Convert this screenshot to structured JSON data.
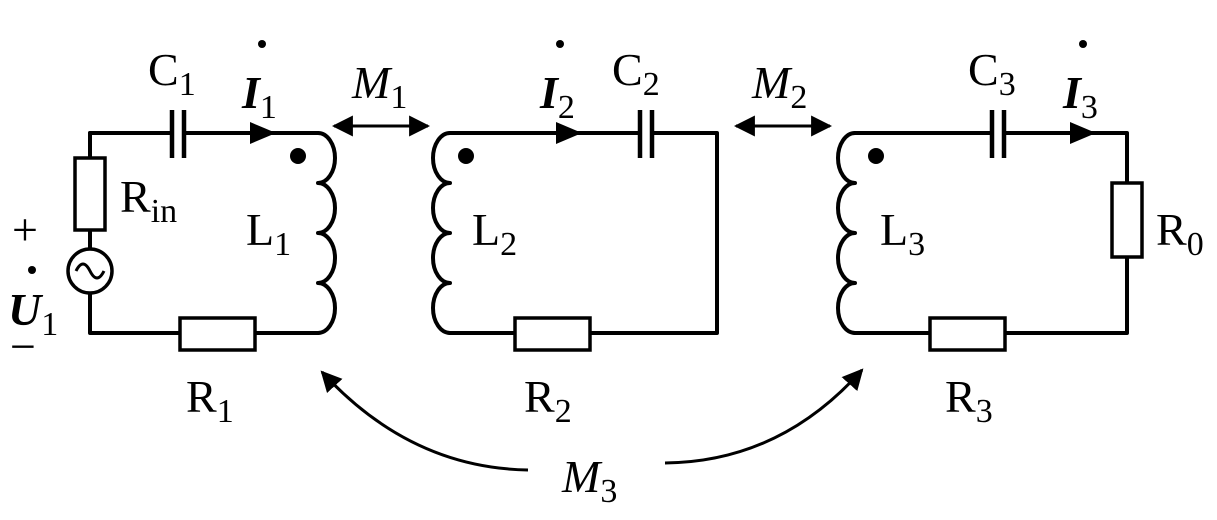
{
  "components": {
    "source": {
      "voltage": "U",
      "voltage_sub": "1",
      "plus": "+",
      "minus": "−",
      "symbol": "ac-source"
    },
    "rin": {
      "name": "R",
      "sub": "in"
    },
    "c1": {
      "name": "C",
      "sub": "1"
    },
    "c2": {
      "name": "C",
      "sub": "2"
    },
    "c3": {
      "name": "C",
      "sub": "3"
    },
    "i1": {
      "name": "I",
      "sub": "1"
    },
    "i2": {
      "name": "I",
      "sub": "2"
    },
    "i3": {
      "name": "I",
      "sub": "3"
    },
    "l1": {
      "name": "L",
      "sub": "1"
    },
    "l2": {
      "name": "L",
      "sub": "2"
    },
    "l3": {
      "name": "L",
      "sub": "3"
    },
    "r1": {
      "name": "R",
      "sub": "1"
    },
    "r2": {
      "name": "R",
      "sub": "2"
    },
    "r3": {
      "name": "R",
      "sub": "3"
    },
    "r0": {
      "name": "R",
      "sub": "0"
    }
  },
  "coupling": {
    "m1": {
      "name": "M",
      "sub": "1"
    },
    "m2": {
      "name": "M",
      "sub": "2"
    },
    "m3": {
      "name": "M",
      "sub": "3"
    }
  }
}
